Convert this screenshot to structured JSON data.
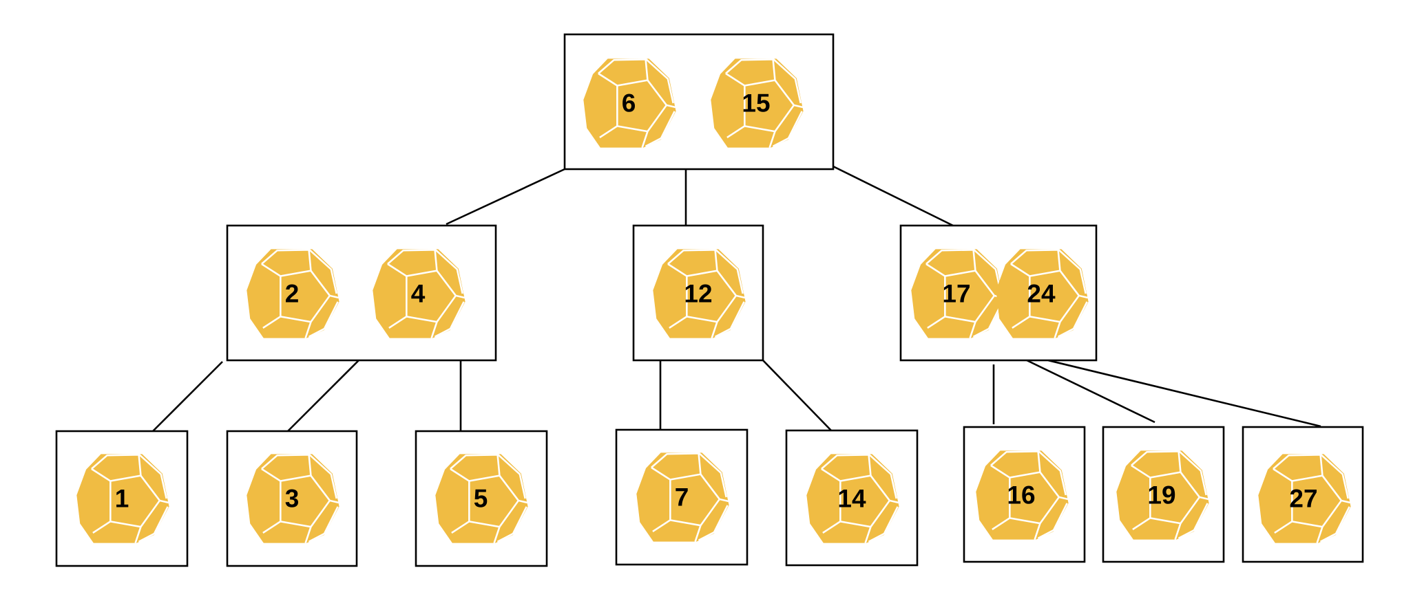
{
  "colors": {
    "die_fill": "#F0BC43",
    "die_facet": "#FFFFFF",
    "box_stroke": "#000000",
    "edge_stroke": "#000000",
    "background": "#FFFFFF"
  },
  "icon": "dodecahedron-die-icon",
  "tree": {
    "root": {
      "id": "root",
      "keys": [
        "6",
        "15"
      ]
    },
    "level1": [
      {
        "id": "n-2-4",
        "keys": [
          "2",
          "4"
        ]
      },
      {
        "id": "n-12",
        "keys": [
          "12"
        ]
      },
      {
        "id": "n-17-24",
        "keys": [
          "17",
          "24"
        ]
      }
    ],
    "level2": [
      {
        "id": "n-1",
        "keys": [
          "1"
        ]
      },
      {
        "id": "n-3",
        "keys": [
          "3"
        ]
      },
      {
        "id": "n-5",
        "keys": [
          "5"
        ]
      },
      {
        "id": "n-7",
        "keys": [
          "7"
        ]
      },
      {
        "id": "n-14",
        "keys": [
          "14"
        ]
      },
      {
        "id": "n-16",
        "keys": [
          "16"
        ]
      },
      {
        "id": "n-19",
        "keys": [
          "19"
        ]
      },
      {
        "id": "n-27",
        "keys": [
          "27"
        ]
      }
    ],
    "edges": [
      [
        "root",
        "n-2-4"
      ],
      [
        "root",
        "n-12"
      ],
      [
        "root",
        "n-17-24"
      ],
      [
        "n-2-4",
        "n-1"
      ],
      [
        "n-2-4",
        "n-3"
      ],
      [
        "n-2-4",
        "n-5"
      ],
      [
        "n-12",
        "n-7"
      ],
      [
        "n-12",
        "n-14"
      ],
      [
        "n-17-24",
        "n-16"
      ],
      [
        "n-17-24",
        "n-19"
      ],
      [
        "n-17-24",
        "n-27"
      ]
    ]
  }
}
